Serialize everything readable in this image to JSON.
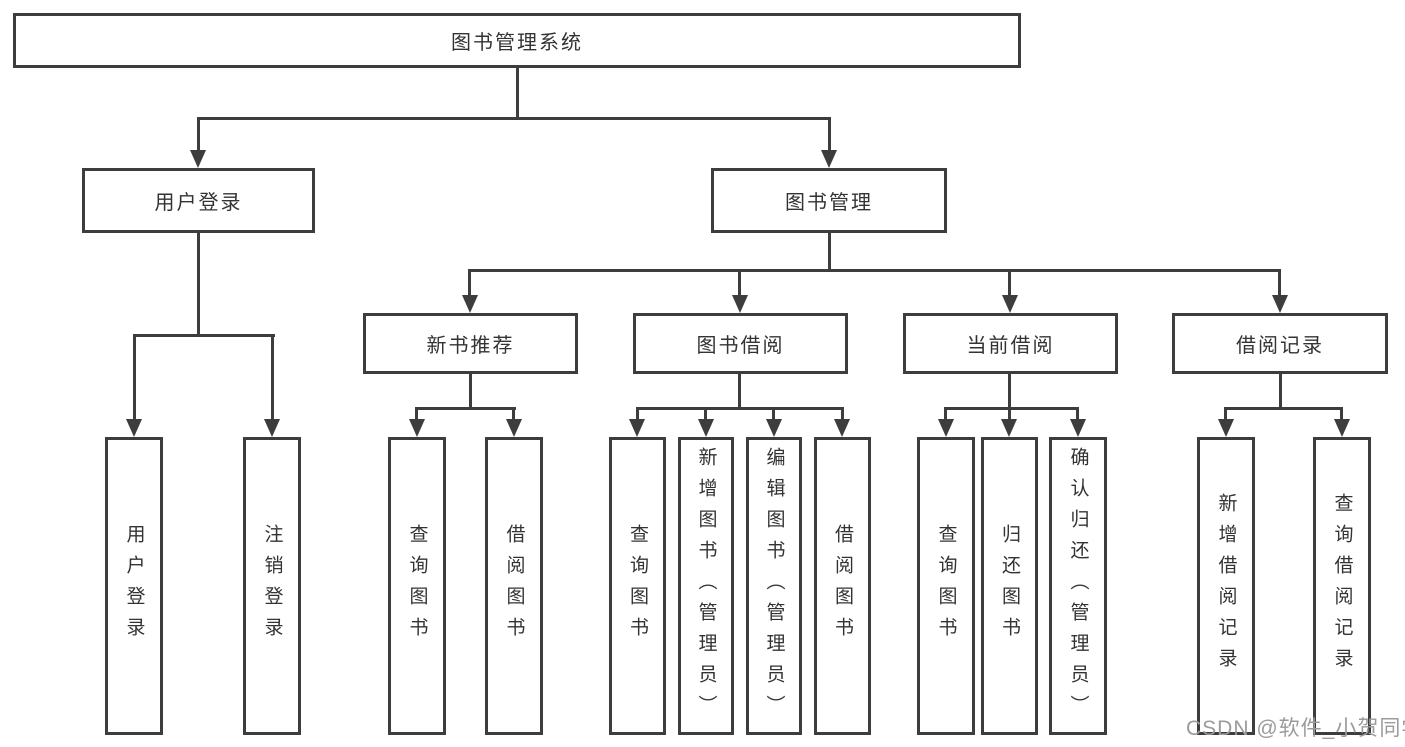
{
  "colors": {
    "line": "#3d3d3d",
    "text": "#333333",
    "watermark": "#9b9b9b",
    "bg": "#ffffff"
  },
  "tree": {
    "root": "图书管理系统",
    "branches": [
      {
        "label": "用户登录",
        "leaves": [
          "用户登录",
          "注销登录"
        ]
      },
      {
        "label": "图书管理",
        "sections": [
          {
            "label": "新书推荐",
            "leaves": [
              "查询图书",
              "借阅图书"
            ]
          },
          {
            "label": "图书借阅",
            "leaves": [
              "查询图书",
              "新增图书（管理员）",
              "编辑图书（管理员）",
              "借阅图书"
            ]
          },
          {
            "label": "当前借阅",
            "leaves": [
              "查询图书",
              "归还图书",
              "确认归还（管理员）"
            ]
          },
          {
            "label": "借阅记录",
            "leaves": [
              "新增借阅记录",
              "查询借阅记录"
            ]
          }
        ]
      }
    ]
  },
  "watermark": {
    "text": "CSDN @软件_小贺同学"
  }
}
